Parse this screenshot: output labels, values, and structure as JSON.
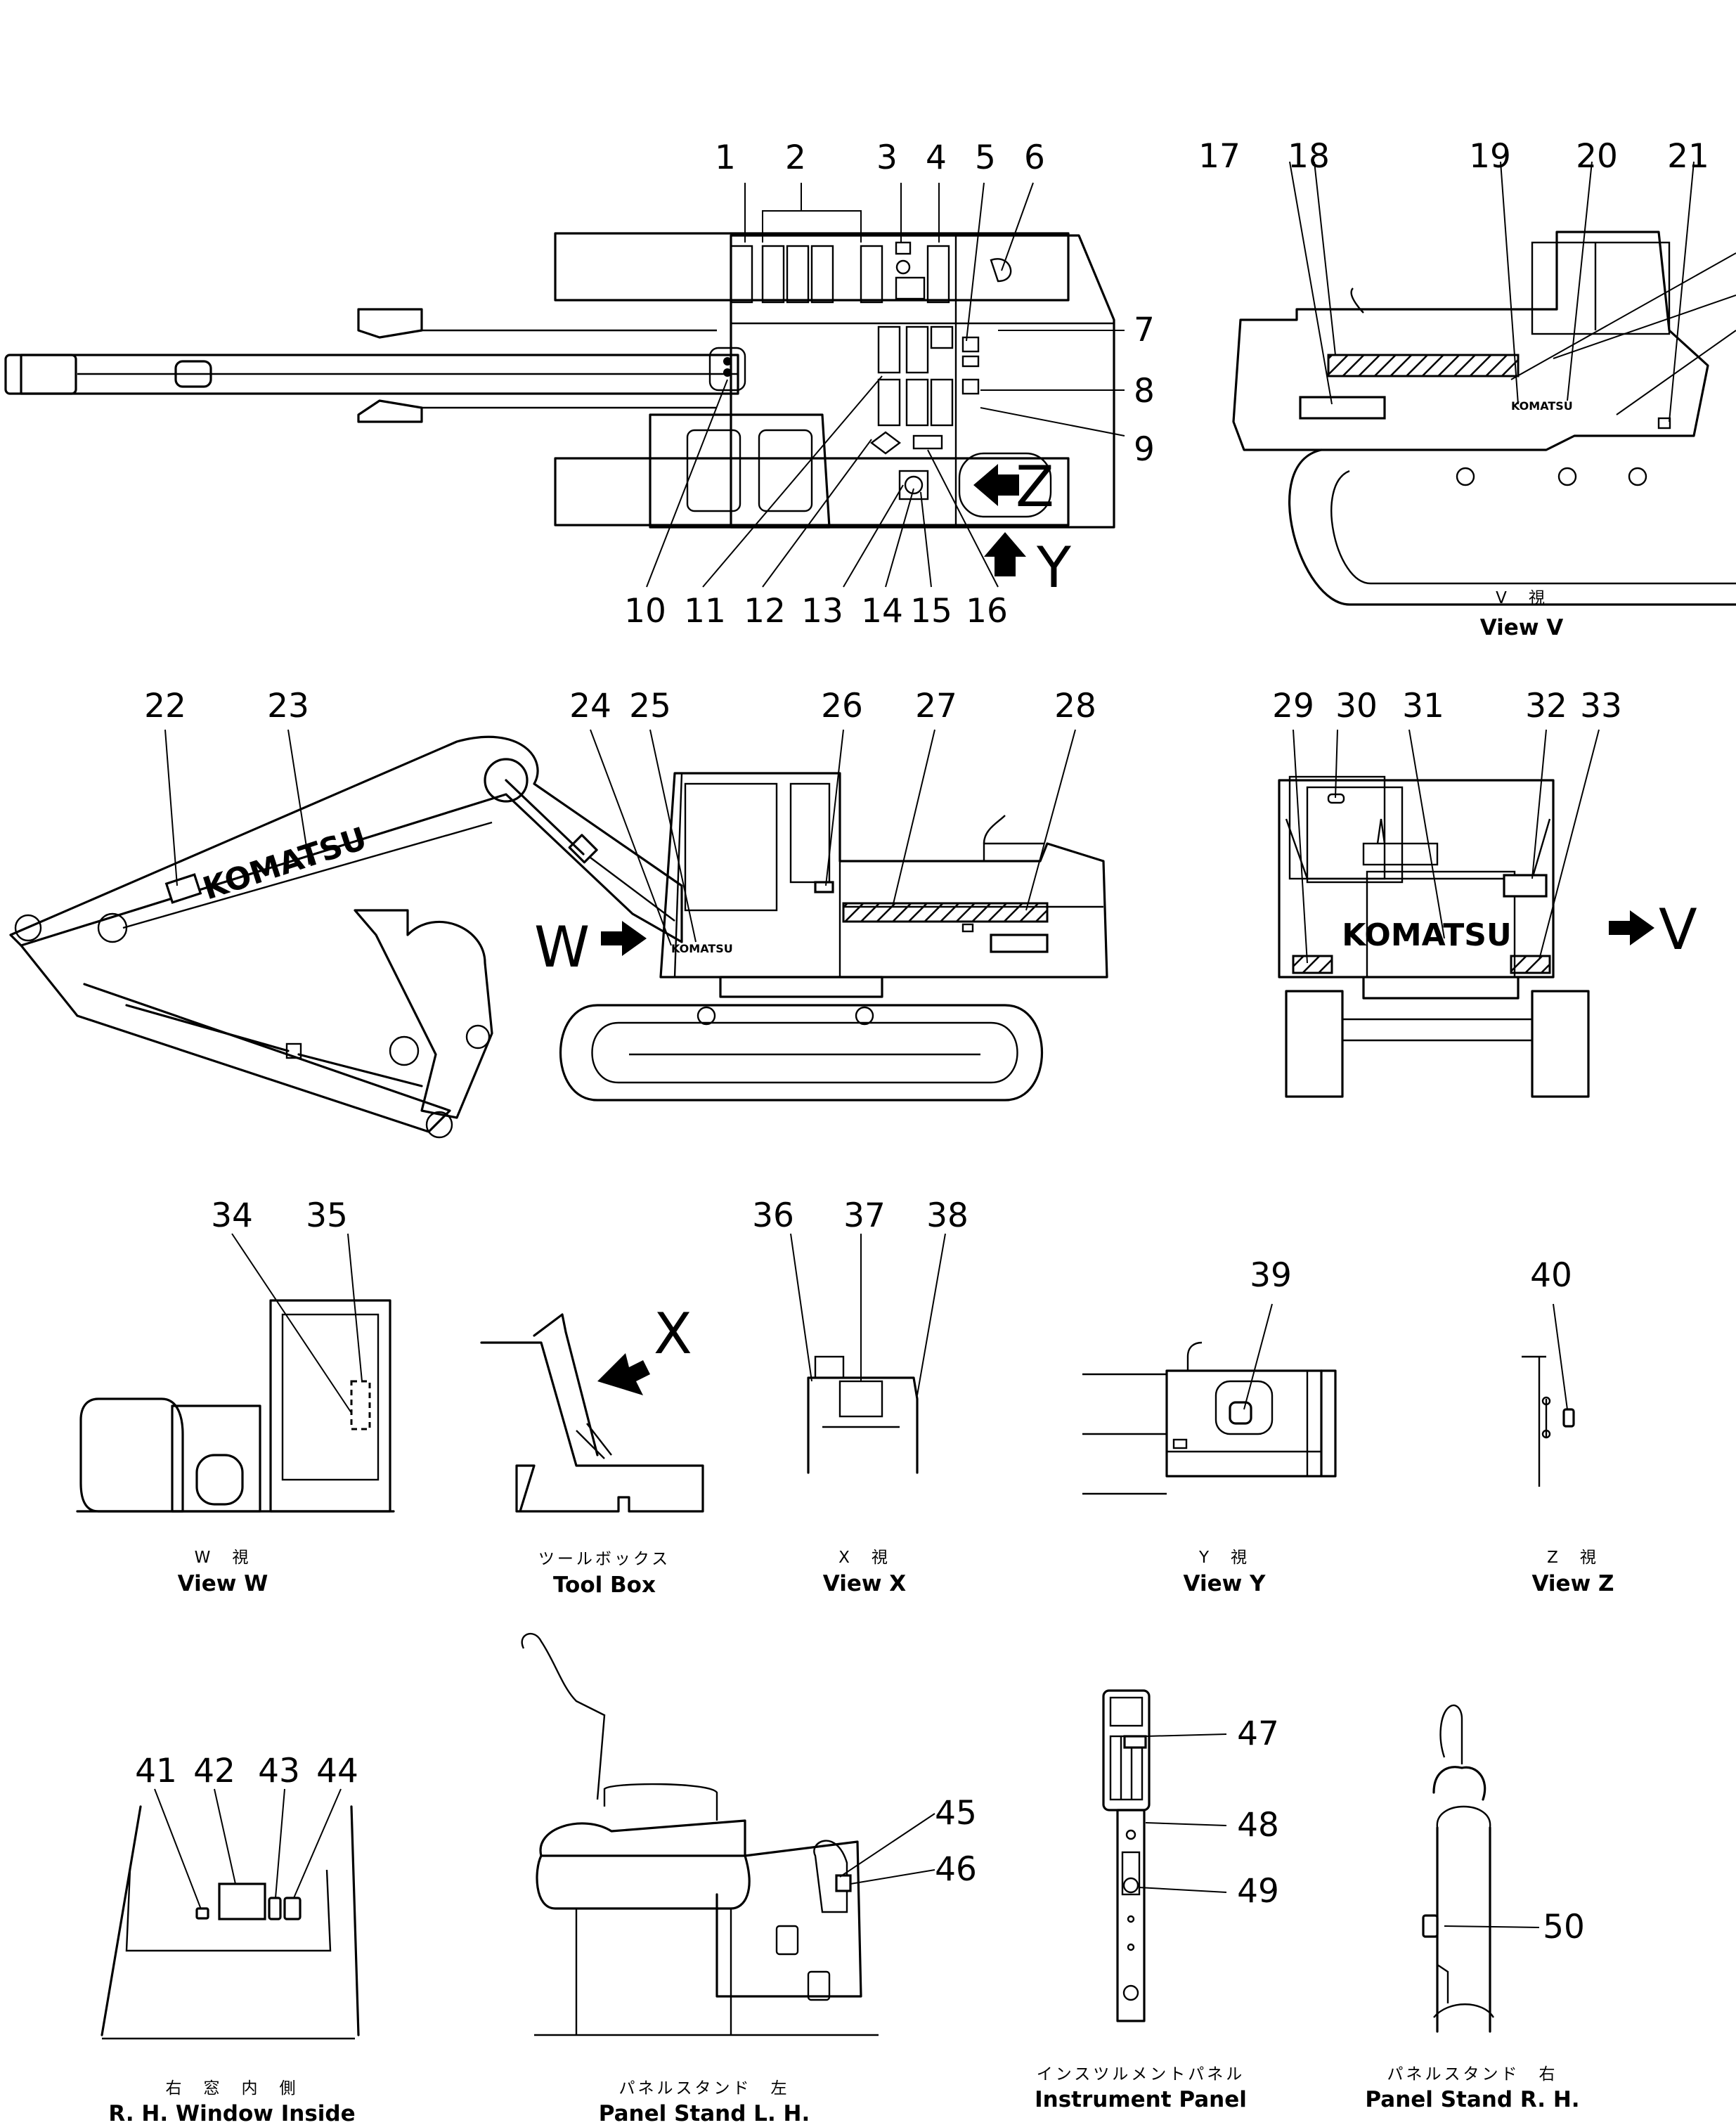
{
  "brand": "KOMATSU",
  "brand_small": "KOMATSU",
  "letters": {
    "v": "V",
    "w": "W",
    "x": "X",
    "y": "Y",
    "z": "Z"
  },
  "views": {
    "v": {
      "jp": "V　視",
      "en": "View  V"
    },
    "w": {
      "jp": "W　視",
      "en": "View  W"
    },
    "tool": {
      "jp": "ツールボックス",
      "en": "Tool  Box"
    },
    "x": {
      "jp": "X　視",
      "en": "View  X"
    },
    "y": {
      "jp": "Y　視",
      "en": "View  Y"
    },
    "z": {
      "jp": "Z　視",
      "en": "View  Z"
    },
    "rh_window": {
      "jp": "右　窓　内　側",
      "en": "R. H.  Window  Inside"
    },
    "panel_lh": {
      "jp": "パネルスタンド　左",
      "en": "Panel  Stand  L. H."
    },
    "instrument": {
      "jp": "インスツルメントパネル",
      "en": "Instrument  Panel"
    },
    "panel_rh": {
      "jp": "パネルスタンド　右",
      "en": "Panel  Stand  R. H."
    }
  },
  "callouts": [
    "1",
    "2",
    "3",
    "4",
    "5",
    "6",
    "7",
    "8",
    "9",
    "10",
    "11",
    "12",
    "13",
    "14",
    "15",
    "16",
    "17",
    "18",
    "19",
    "20",
    "21",
    "22",
    "23",
    "24",
    "25",
    "26",
    "27",
    "28",
    "29",
    "30",
    "31",
    "32",
    "33",
    "34",
    "35",
    "36",
    "37",
    "38",
    "39",
    "40",
    "41",
    "42",
    "43",
    "44",
    "45",
    "46",
    "47",
    "48",
    "49",
    "50"
  ]
}
